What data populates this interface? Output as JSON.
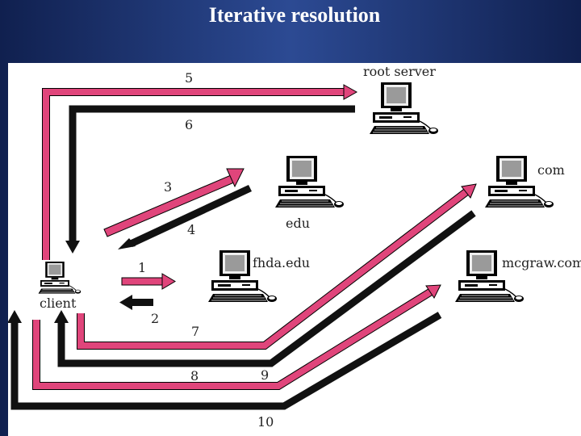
{
  "title": "Iterative resolution",
  "hosts": {
    "root": "root server",
    "edu": "edu",
    "com": "com",
    "fhda": "fhda.edu",
    "mcgraw": "mcgraw.com",
    "client": "client"
  },
  "steps": [
    "1",
    "2",
    "3",
    "4",
    "5",
    "6",
    "7",
    "8",
    "9",
    "10"
  ],
  "colors": {
    "request": "#e0457b",
    "response": "#111111"
  }
}
